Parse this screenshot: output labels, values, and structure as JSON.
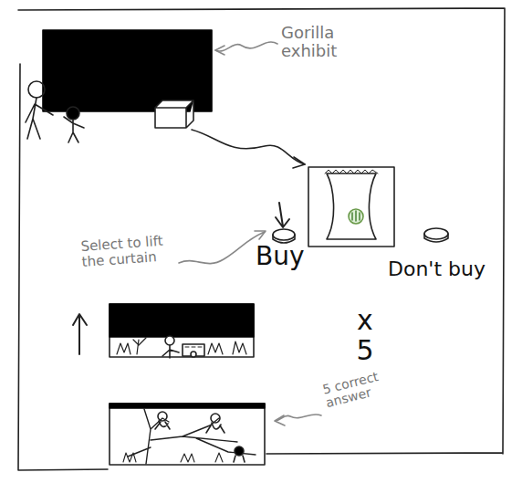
{
  "diagram": {
    "labels": [
      "Gorilla exhibit",
      "Select to lift the curtain",
      "Buy",
      "Don't buy",
      "x 5",
      "5 correct answer"
    ]
  }
}
